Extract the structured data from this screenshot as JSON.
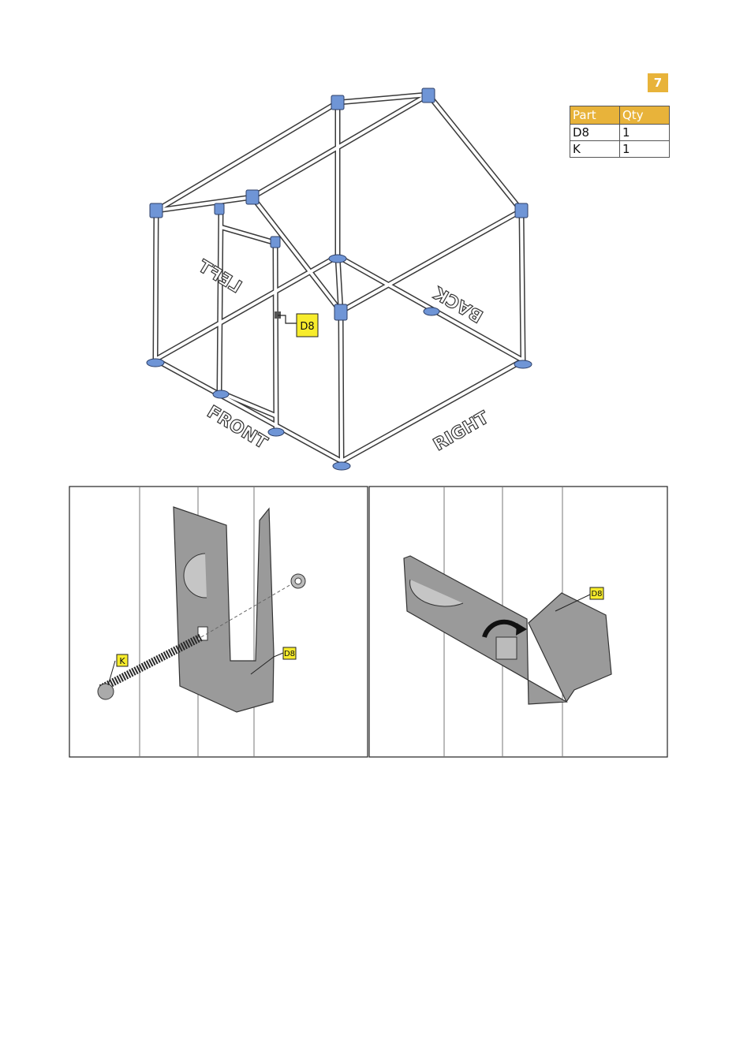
{
  "step": {
    "number": "7"
  },
  "parts_table": {
    "headers": [
      "Part",
      "Qty"
    ],
    "rows": [
      {
        "part": "D8",
        "qty": "1"
      },
      {
        "part": "K",
        "qty": "1"
      }
    ]
  },
  "frame_labels": {
    "left": "LEFT",
    "back": "BACK",
    "front": "FRONT",
    "right": "RIGHT"
  },
  "callouts": {
    "main": "D8",
    "detail_left_bolt": "K",
    "detail_left_bracket": "D8",
    "detail_right_bracket": "D8"
  },
  "colors": {
    "connector_blue": "#6f95d6",
    "badge_yellow": "#e8b33a",
    "callout_yellow": "#f7ec2c",
    "part_gray": "#9a9a9a"
  }
}
